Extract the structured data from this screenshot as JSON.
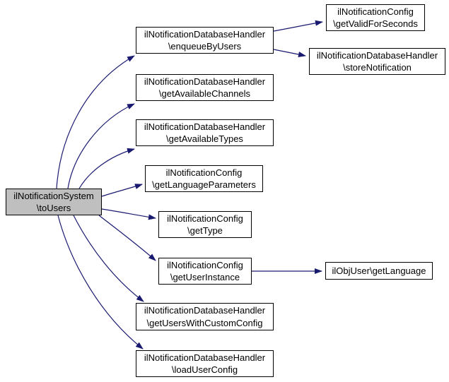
{
  "diagram_type": "call-graph",
  "colors": {
    "edge": "#191970",
    "root_node_fill": "#bfbfbf",
    "node_fill": "#ffffff",
    "node_border": "#000000",
    "background": "#ffffff"
  },
  "nodes": {
    "to_users": {
      "label": "ilNotificationSystem\n\\toUsers"
    },
    "enqueue_by_users": {
      "label": "ilNotificationDatabaseHandler\n\\enqueueByUsers"
    },
    "get_available_channels": {
      "label": "ilNotificationDatabaseHandler\n\\getAvailableChannels"
    },
    "get_available_types": {
      "label": "ilNotificationDatabaseHandler\n\\getAvailableTypes"
    },
    "get_language_parameters": {
      "label": "ilNotificationConfig\n\\getLanguageParameters"
    },
    "get_type": {
      "label": "ilNotificationConfig\n\\getType"
    },
    "get_user_instance": {
      "label": "ilNotificationConfig\n\\getUserInstance"
    },
    "get_users_with_custom_config": {
      "label": "ilNotificationDatabaseHandler\n\\getUsersWithCustomConfig"
    },
    "load_user_config": {
      "label": "ilNotificationDatabaseHandler\n\\loadUserConfig"
    },
    "get_valid_for_seconds": {
      "label": "ilNotificationConfig\n\\getValidForSeconds"
    },
    "store_notification": {
      "label": "ilNotificationDatabaseHandler\n\\storeNotification"
    },
    "get_language": {
      "label": "ilObjUser\\getLanguage"
    }
  },
  "edges": [
    {
      "from": "ilNotificationSystem\\toUsers",
      "to": "ilNotificationDatabaseHandler\\enqueueByUsers"
    },
    {
      "from": "ilNotificationSystem\\toUsers",
      "to": "ilNotificationDatabaseHandler\\getAvailableChannels"
    },
    {
      "from": "ilNotificationSystem\\toUsers",
      "to": "ilNotificationDatabaseHandler\\getAvailableTypes"
    },
    {
      "from": "ilNotificationSystem\\toUsers",
      "to": "ilNotificationConfig\\getLanguageParameters"
    },
    {
      "from": "ilNotificationSystem\\toUsers",
      "to": "ilNotificationConfig\\getType"
    },
    {
      "from": "ilNotificationSystem\\toUsers",
      "to": "ilNotificationConfig\\getUserInstance"
    },
    {
      "from": "ilNotificationSystem\\toUsers",
      "to": "ilNotificationDatabaseHandler\\getUsersWithCustomConfig"
    },
    {
      "from": "ilNotificationSystem\\toUsers",
      "to": "ilNotificationDatabaseHandler\\loadUserConfig"
    },
    {
      "from": "ilNotificationDatabaseHandler\\enqueueByUsers",
      "to": "ilNotificationConfig\\getValidForSeconds"
    },
    {
      "from": "ilNotificationDatabaseHandler\\enqueueByUsers",
      "to": "ilNotificationDatabaseHandler\\storeNotification"
    },
    {
      "from": "ilNotificationConfig\\getUserInstance",
      "to": "ilObjUser\\getLanguage"
    }
  ]
}
